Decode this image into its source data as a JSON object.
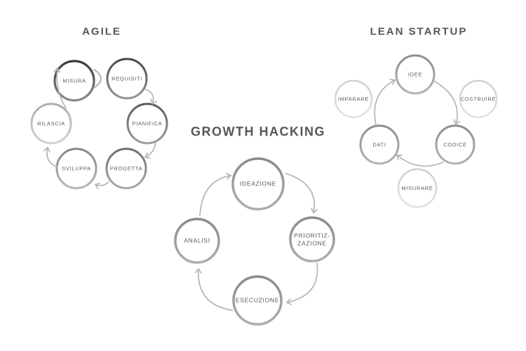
{
  "page": {
    "background": "#ffffff"
  },
  "colors": {
    "arrow": "#b5b5b5",
    "title_text": "#565656",
    "label_text": "#585858"
  },
  "diagrams": {
    "agile": {
      "title": "AGILE",
      "nodes": [
        {
          "label": "MISURA",
          "ring_top": "#383838",
          "ring_bottom": "#8a8a8a"
        },
        {
          "label": "REQUISITI",
          "ring_top": "#484848",
          "ring_bottom": "#949494"
        },
        {
          "label": "PIANIFICA",
          "ring_top": "#5a5a5a",
          "ring_bottom": "#9e9e9e"
        },
        {
          "label": "PROGETTA",
          "ring_top": "#6f6f6f",
          "ring_bottom": "#aaaaaa"
        },
        {
          "label": "SVILUPPA",
          "ring_top": "#878787",
          "ring_bottom": "#b8b8b8"
        },
        {
          "label": "RILASCIA",
          "ring_top": "#adadad",
          "ring_bottom": "#d2d2d2"
        }
      ]
    },
    "lean_startup": {
      "title": "LEAN STARTUP",
      "ring_dark_top": "#8e8e8e",
      "ring_dark_bottom": "#b2b2b2",
      "ring_light_top": "#cfcfcf",
      "ring_light_bottom": "#e2e2e2",
      "nodes": [
        {
          "label": "IDEE"
        },
        {
          "label": "COSTRUIRE"
        },
        {
          "label": "CODICE"
        },
        {
          "label": "MISURARE"
        },
        {
          "label": "DATI"
        },
        {
          "label": "IMPARARE"
        }
      ]
    },
    "growth_hacking": {
      "title": "GROWTH HACKING",
      "ring_top": "#8a8a8a",
      "ring_bottom": "#aeaeae",
      "nodes": [
        {
          "label": "IDEAZIONE"
        },
        {
          "label": "PRIORITIZ-\nZAZIONE"
        },
        {
          "label": "ESECUZIONE"
        },
        {
          "label": "ANALISI"
        }
      ]
    }
  }
}
